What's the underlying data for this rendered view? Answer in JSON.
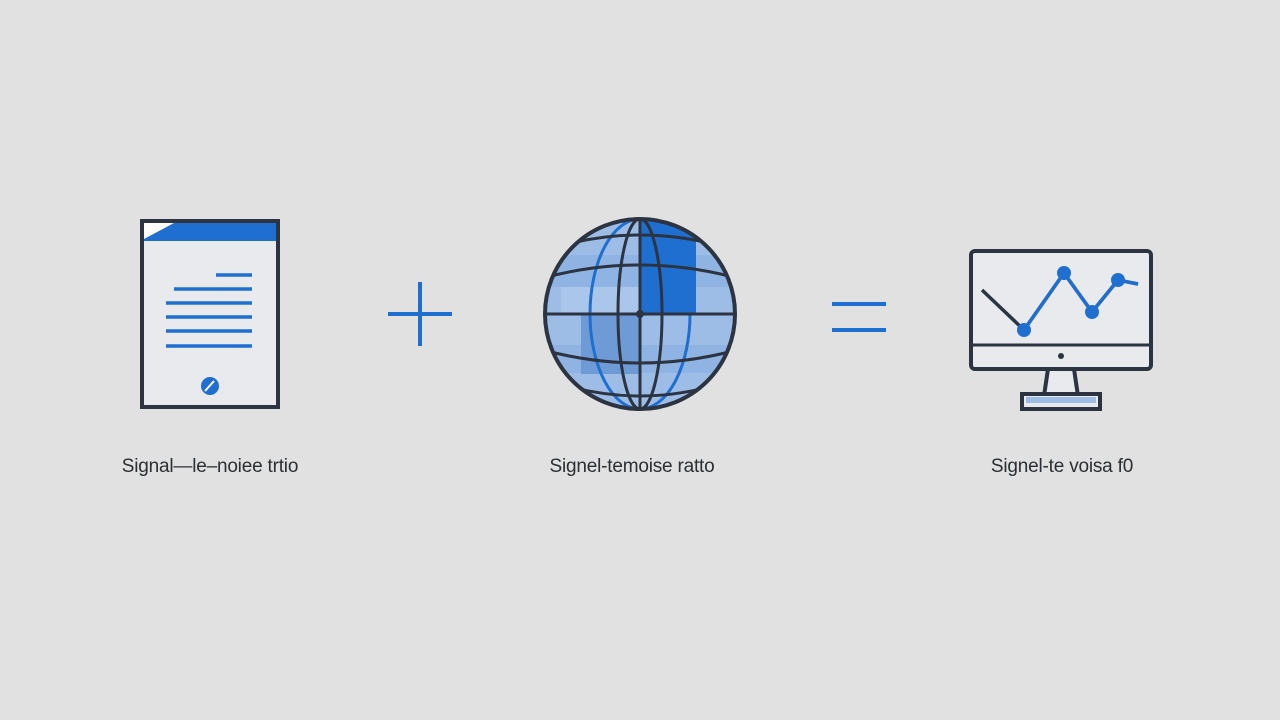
{
  "colors": {
    "background": "#e1e1e1",
    "outline": "#2b3440",
    "accent_blue": "#1f6fd0",
    "light_blue": "#9dbde6",
    "mid_blue": "#6e9bd6",
    "text": "#2b2f33"
  },
  "steps": [
    {
      "icon": "document-icon",
      "label": "Signal—le–noiee trtio"
    },
    {
      "icon": "globe-icon",
      "label": "Signel-temoise ratto"
    },
    {
      "icon": "monitor-chart-icon",
      "label": "Signel-te voisa  f0"
    }
  ],
  "operators": [
    {
      "icon": "plus-icon",
      "symbol": "+"
    },
    {
      "icon": "equals-icon",
      "symbol": "="
    }
  ]
}
